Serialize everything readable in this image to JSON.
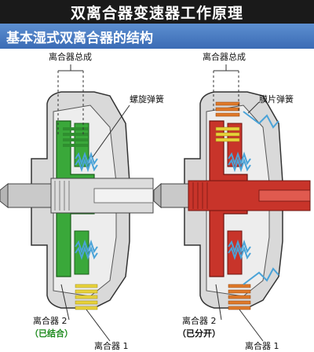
{
  "header": {
    "title": "双离合器变速器工作原理",
    "subtitle": "基本湿式双离合器的结构"
  },
  "left_diagram": {
    "top_label": "离合器总成",
    "spring_label": "螺旋弹簧",
    "clutch2_label": "离合器 2",
    "clutch2_state": "（已结合）",
    "clutch1_label": "离合器 1"
  },
  "right_diagram": {
    "top_label": "离合器总成",
    "spring_label": "膜片弹簧",
    "clutch2_label": "离合器 2",
    "clutch2_state": "（已分开）",
    "clutch1_label": "离合器 1"
  },
  "colors": {
    "title_bg": "#1a1a1a",
    "subtitle_bg": "#3a6bb5",
    "engaged_green": "#3aa83a",
    "engaged_red": "#c8342a",
    "spring_blue": "#4aa3d8",
    "plate_yellow": "#e8d23a",
    "plate_orange": "#e07a2a"
  }
}
